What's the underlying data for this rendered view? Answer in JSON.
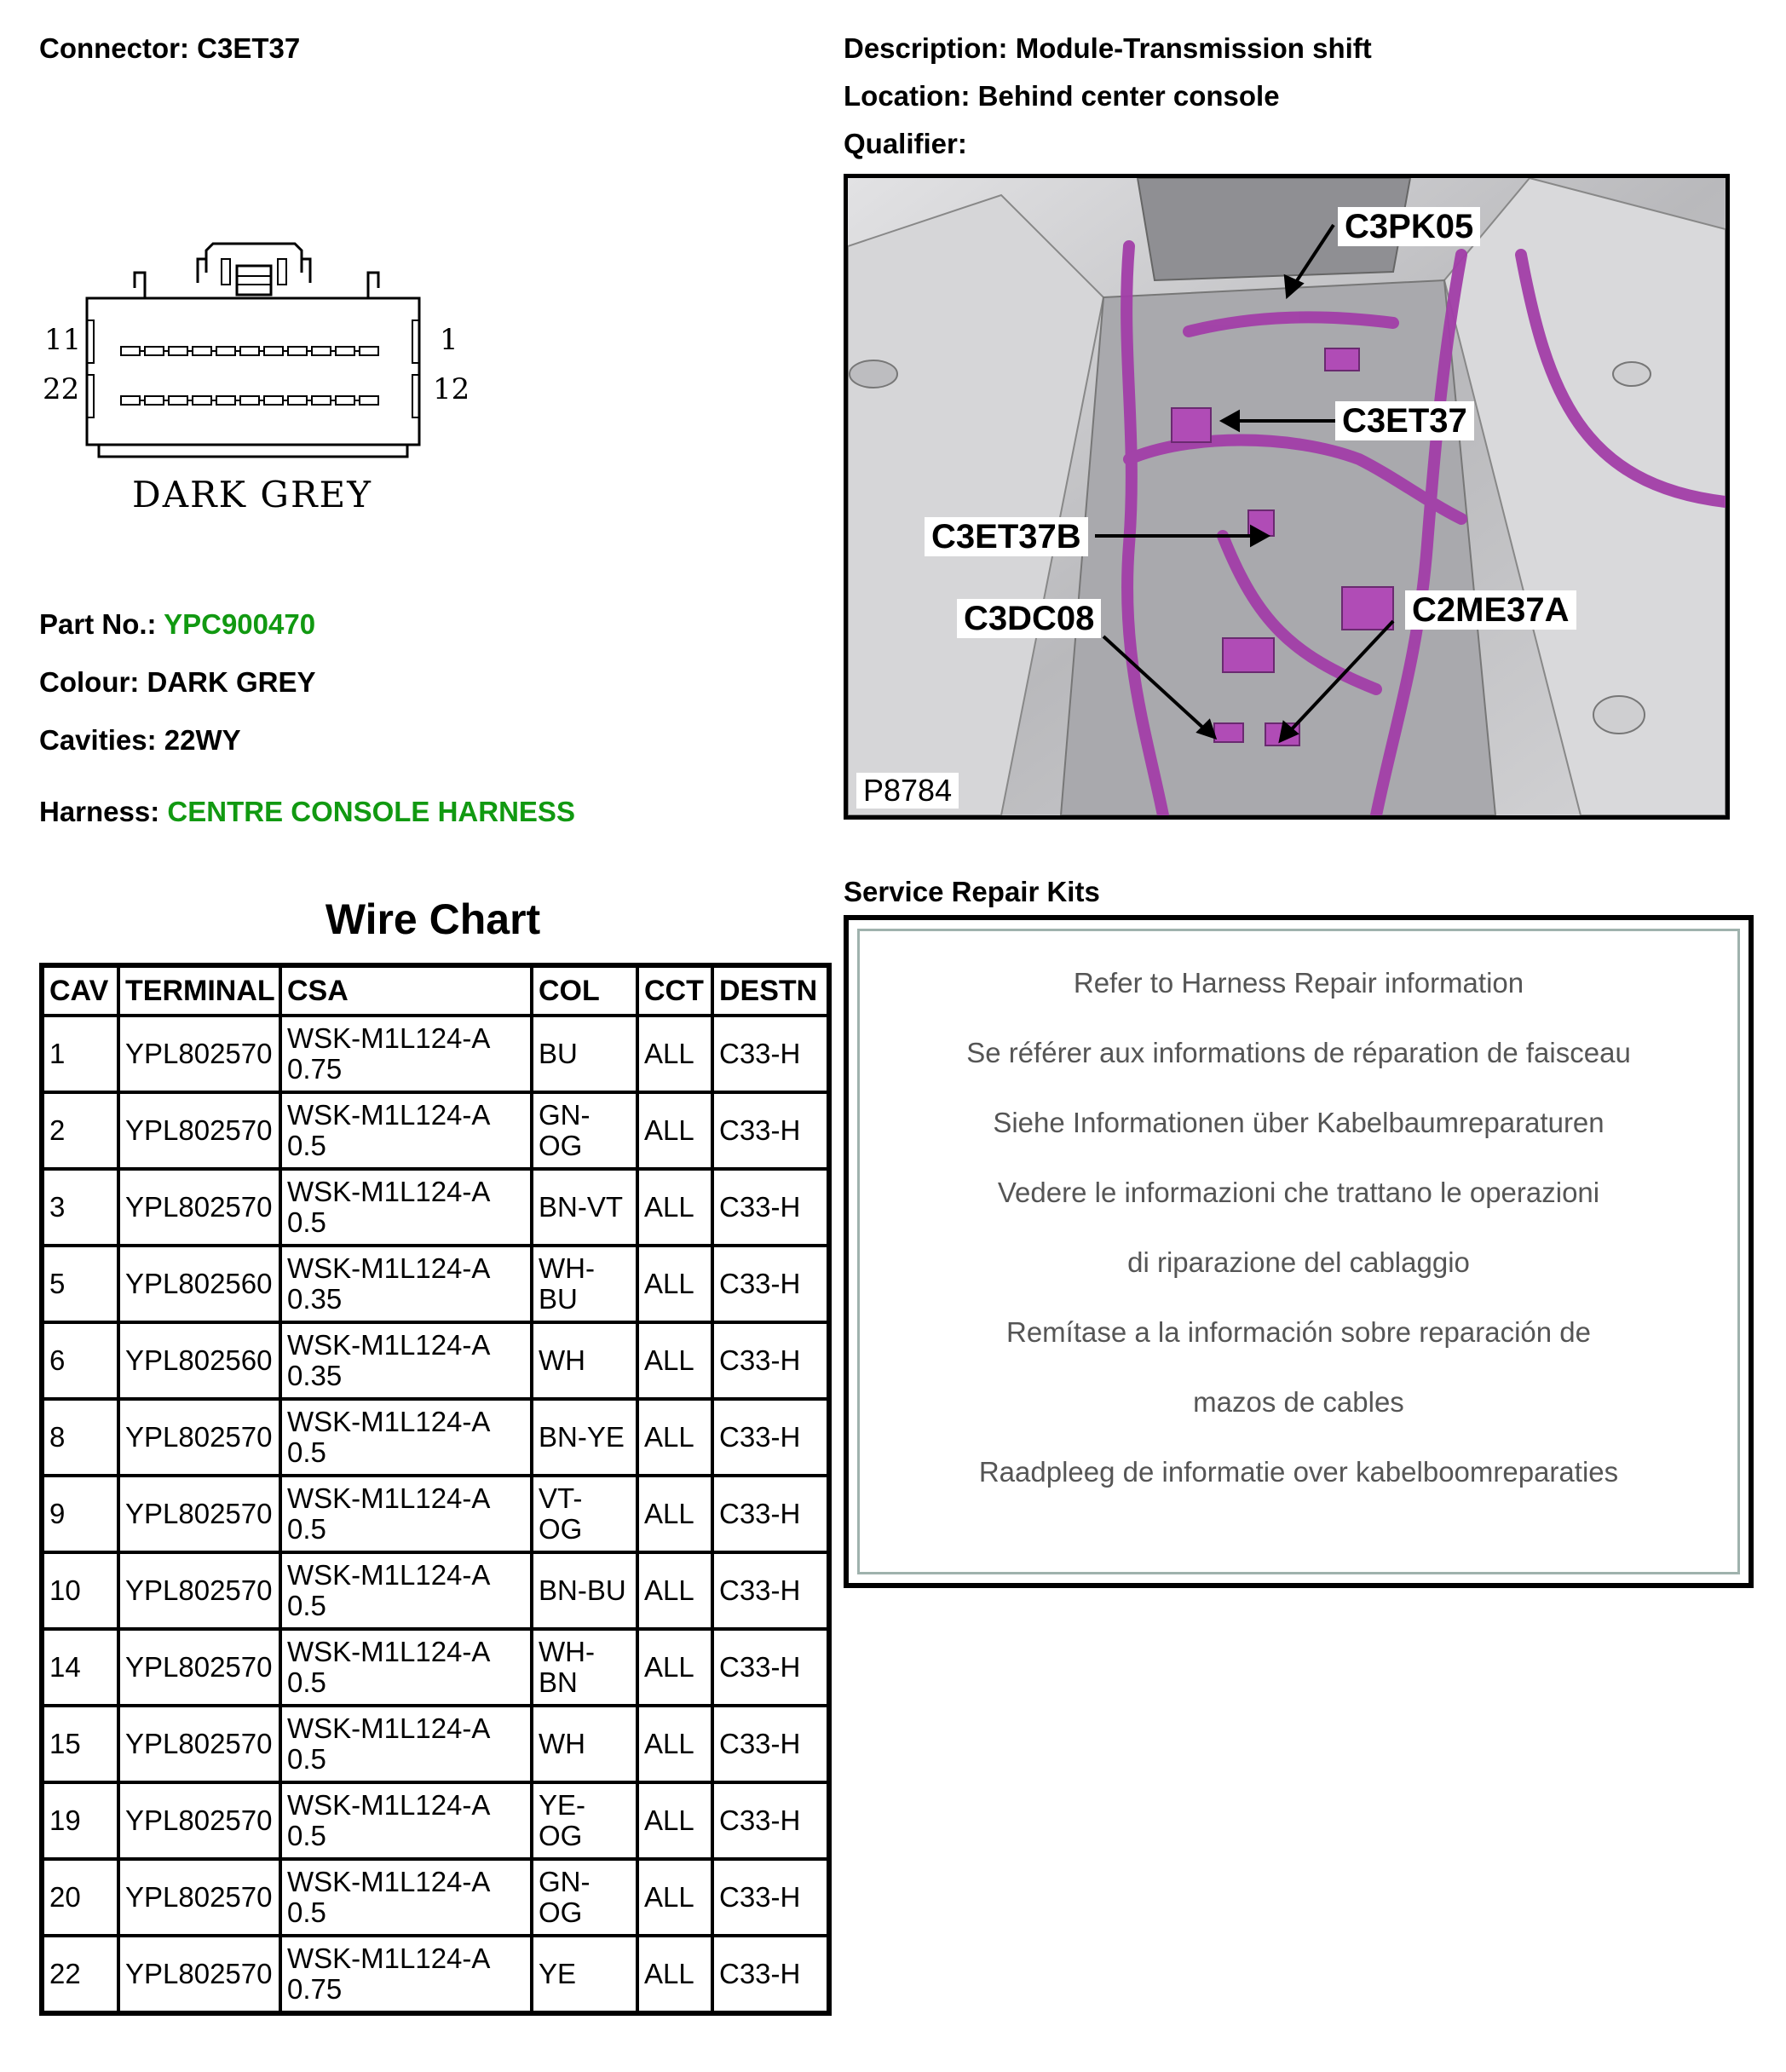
{
  "header": {
    "connector_label": "Connector:",
    "connector_value": "C3ET37",
    "description_label": "Description:",
    "description_value": "Module-Transmission shift",
    "location_label": "Location:",
    "location_value": "Behind center console",
    "qualifier_label": "Qualifier:",
    "qualifier_value": ""
  },
  "connector": {
    "pin_left_top": "11",
    "pin_left_bottom": "22",
    "pin_right_top": "1",
    "pin_right_bottom": "12",
    "colour_caption": "DARK GREY"
  },
  "details": {
    "part_label": "Part No.:",
    "part_value": "YPC900470",
    "colour_label": "Colour:",
    "colour_value": "DARK GREY",
    "cavities_label": "Cavities:",
    "cavities_value": "22WY",
    "harness_label": "Harness:",
    "harness_value": "CENTRE CONSOLE HARNESS"
  },
  "photo": {
    "callouts": [
      "C3PK05",
      "C3ET37",
      "C3ET37B",
      "C3DC08",
      "C2ME37A"
    ],
    "ref": "P8784"
  },
  "wire_chart": {
    "title": "Wire Chart",
    "columns": [
      "CAV",
      "TERMINAL",
      "CSA",
      "COL",
      "CCT",
      "DESTN"
    ],
    "rows": [
      {
        "cav": "1",
        "terminal": "YPL802570",
        "csa1": "WSK-M1L124-A",
        "csa2": "0.75",
        "col1": "BU",
        "col2": "",
        "cct": "ALL",
        "destn": "C33-H"
      },
      {
        "cav": "2",
        "terminal": "YPL802570",
        "csa1": "WSK-M1L124-A",
        "csa2": "0.5",
        "col1": "GN-",
        "col2": "OG",
        "cct": "ALL",
        "destn": "C33-H"
      },
      {
        "cav": "3",
        "terminal": "YPL802570",
        "csa1": "WSK-M1L124-A",
        "csa2": "0.5",
        "col1": "BN-VT",
        "col2": "",
        "cct": "ALL",
        "destn": "C33-H"
      },
      {
        "cav": "5",
        "terminal": "YPL802560",
        "csa1": "WSK-M1L124-A",
        "csa2": "0.35",
        "col1": "WH-",
        "col2": "BU",
        "cct": "ALL",
        "destn": "C33-H"
      },
      {
        "cav": "6",
        "terminal": "YPL802560",
        "csa1": "WSK-M1L124-A",
        "csa2": "0.35",
        "col1": "WH",
        "col2": "",
        "cct": "ALL",
        "destn": "C33-H"
      },
      {
        "cav": "8",
        "terminal": "YPL802570",
        "csa1": "WSK-M1L124-A",
        "csa2": "0.5",
        "col1": "BN-YE",
        "col2": "",
        "cct": "ALL",
        "destn": "C33-H"
      },
      {
        "cav": "9",
        "terminal": "YPL802570",
        "csa1": "WSK-M1L124-A",
        "csa2": "0.5",
        "col1": "VT-",
        "col2": "OG",
        "cct": "ALL",
        "destn": "C33-H"
      },
      {
        "cav": "10",
        "terminal": "YPL802570",
        "csa1": "WSK-M1L124-A",
        "csa2": "0.5",
        "col1": "BN-BU",
        "col2": "",
        "cct": "ALL",
        "destn": "C33-H"
      },
      {
        "cav": "14",
        "terminal": "YPL802570",
        "csa1": "WSK-M1L124-A",
        "csa2": "0.5",
        "col1": "WH-",
        "col2": "BN",
        "cct": "ALL",
        "destn": "C33-H"
      },
      {
        "cav": "15",
        "terminal": "YPL802570",
        "csa1": "WSK-M1L124-A",
        "csa2": "0.5",
        "col1": "WH",
        "col2": "",
        "cct": "ALL",
        "destn": "C33-H"
      },
      {
        "cav": "19",
        "terminal": "YPL802570",
        "csa1": "WSK-M1L124-A",
        "csa2": "0.5",
        "col1": "YE-",
        "col2": "OG",
        "cct": "ALL",
        "destn": "C33-H"
      },
      {
        "cav": "20",
        "terminal": "YPL802570",
        "csa1": "WSK-M1L124-A",
        "csa2": "0.5",
        "col1": "GN-",
        "col2": "OG",
        "cct": "ALL",
        "destn": "C33-H"
      },
      {
        "cav": "22",
        "terminal": "YPL802570",
        "csa1": "WSK-M1L124-A",
        "csa2": "0.75",
        "col1": "YE",
        "col2": "",
        "cct": "ALL",
        "destn": "C33-H"
      }
    ]
  },
  "service_kits": {
    "title": "Service Repair Kits",
    "lines": [
      "Refer to Harness Repair information",
      "Se référer aux informations de réparation de faisceau",
      "Siehe Informationen über Kabelbaumreparaturen",
      "Vedere le informazioni che trattano le operazioni",
      "di riparazione del cablaggio",
      "Remítase a la información sobre reparación de",
      "mazos de cables",
      "Raadpleeg de informatie over kabelboomreparaties"
    ]
  },
  "colors": {
    "link_green": "#119911",
    "harness_purple": "#a23ea8",
    "kit_border": "#9fb2ad"
  }
}
